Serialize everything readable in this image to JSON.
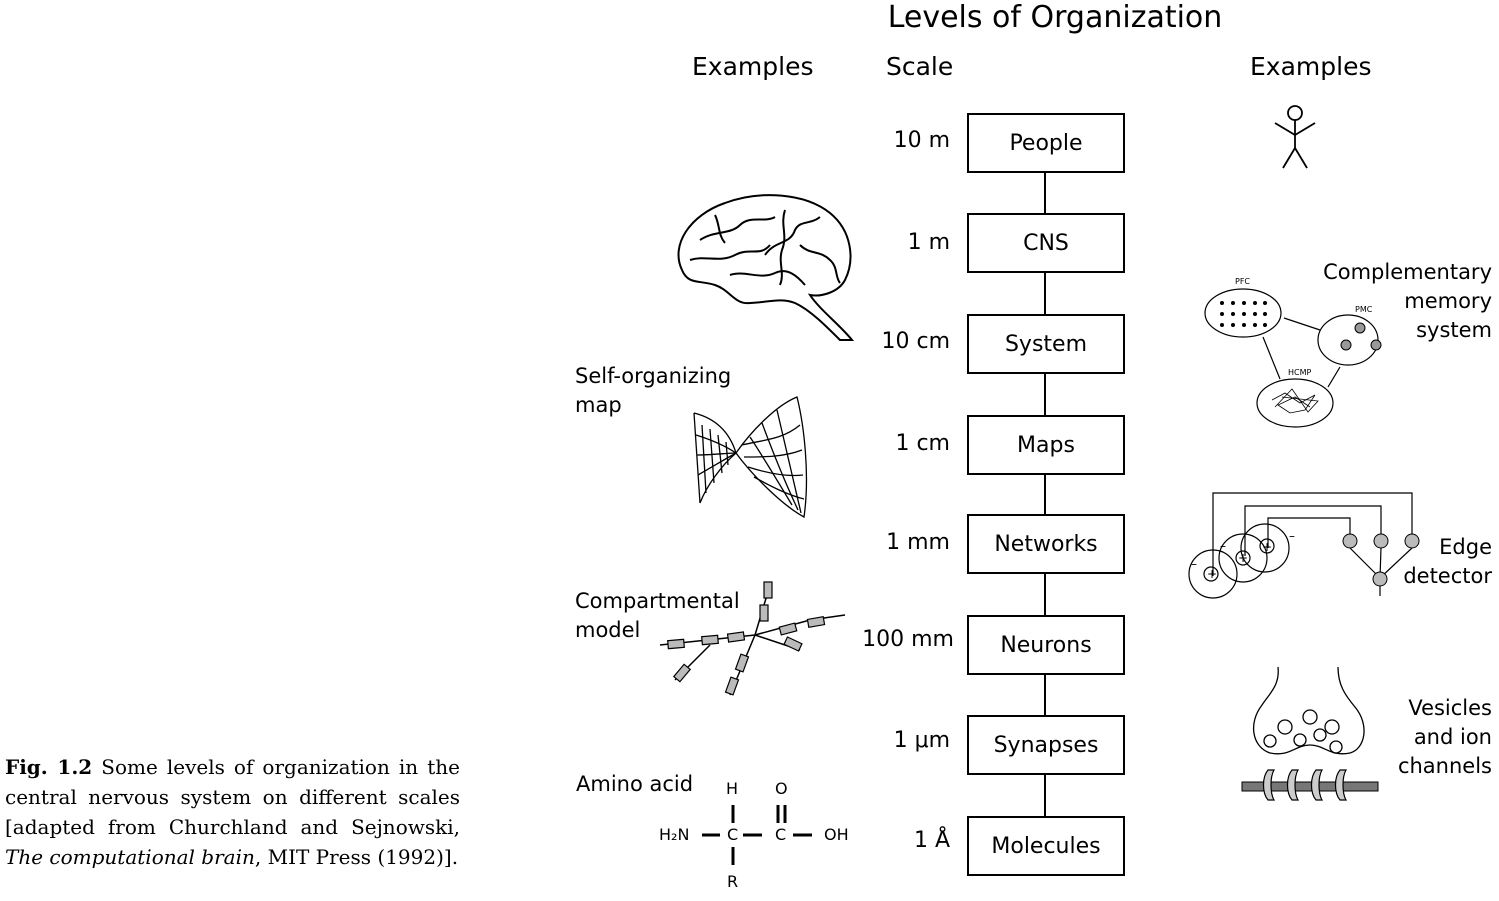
{
  "title": "Levels of  Organization",
  "headers": {
    "examples_left": "Examples",
    "scale": "Scale",
    "examples_right": "Examples"
  },
  "levels": [
    {
      "scale": "10 m",
      "label": "People"
    },
    {
      "scale": "1 m",
      "label": "CNS"
    },
    {
      "scale": "10 cm",
      "label": "System"
    },
    {
      "scale": "1 cm",
      "label": "Maps"
    },
    {
      "scale": "1 mm",
      "label": "Networks"
    },
    {
      "scale": "100 mm",
      "label": "Neurons"
    },
    {
      "scale": "1 μm",
      "label": "Synapses"
    },
    {
      "scale": "1 Å",
      "label": "Molecules"
    }
  ],
  "left_examples": {
    "som": "Self-organizing\nmap",
    "compartmental": "Compartmental\nmodel",
    "amino": "Amino acid"
  },
  "amino_acid": {
    "h": "H",
    "o": "O",
    "n": "H₂N",
    "c1": "C",
    "c2": "C",
    "oh": "OH",
    "r": "R"
  },
  "right_examples": {
    "memory": "Complementary\nmemory\nsystem",
    "edge": "Edge\ndetector",
    "vesicles": "Vesicles\nand ion\nchannels"
  },
  "memory_labels": {
    "pfc": "PFC",
    "pmc": "PMC",
    "hcmp": "HCMP"
  },
  "caption": {
    "fig": "Fig. 1.2",
    "text1": " Some levels of organization in the central nervous system on different scales [adapted from Churchland and Sejnowski, ",
    "italic": "The computational brain",
    "text2": ", MIT Press (1992)]."
  }
}
